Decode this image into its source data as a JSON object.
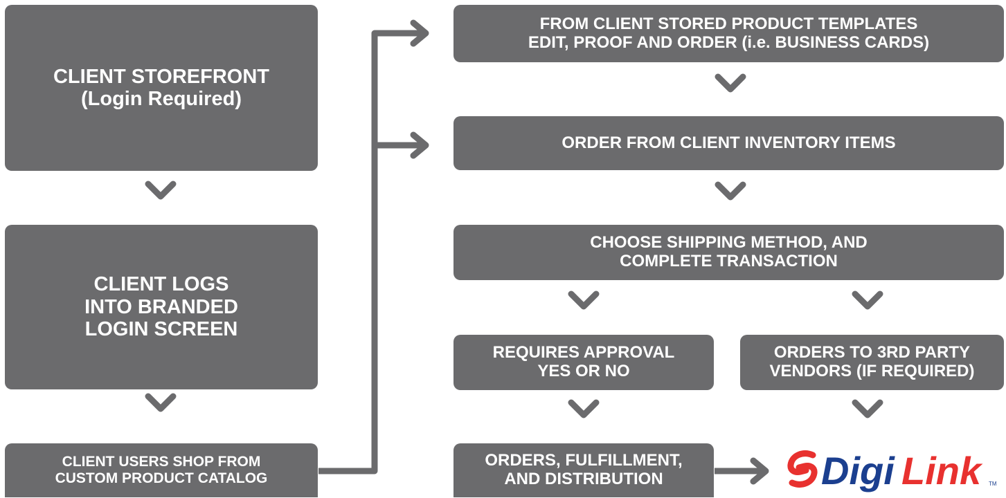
{
  "boxes": {
    "storefront": [
      "CLIENT STOREFRONT",
      "(Login Required)"
    ],
    "logs_in": [
      "CLIENT LOGS",
      "INTO BRANDED",
      "LOGIN SCREEN"
    ],
    "shop": [
      "CLIENT USERS SHOP FROM",
      "CUSTOM PRODUCT CATALOG"
    ],
    "templates": [
      "FROM CLIENT STORED PRODUCT TEMPLATES",
      "EDIT, PROOF AND ORDER (i.e. BUSINESS CARDS)"
    ],
    "inventory": [
      "ORDER FROM CLIENT INVENTORY ITEMS"
    ],
    "shipping": [
      "CHOOSE SHIPPING METHOD, AND",
      "COMPLETE TRANSACTION"
    ],
    "approval": [
      "REQUIRES APPROVAL",
      "YES OR NO"
    ],
    "vendors": [
      "ORDERS TO 3RD PARTY",
      "VENDORS (IF REQUIRED)"
    ],
    "fulfillment": [
      "ORDERS, FULFILLMENT,",
      "AND DISTRIBUTION"
    ]
  },
  "logo": {
    "text_digi": "Digi",
    "text_link": "Link",
    "tm": "TM",
    "color_navy": "#1b3f8f",
    "color_red": "#e8312f"
  },
  "colors": {
    "box": "#6b6b6d",
    "arrow": "#6b6b6d"
  }
}
